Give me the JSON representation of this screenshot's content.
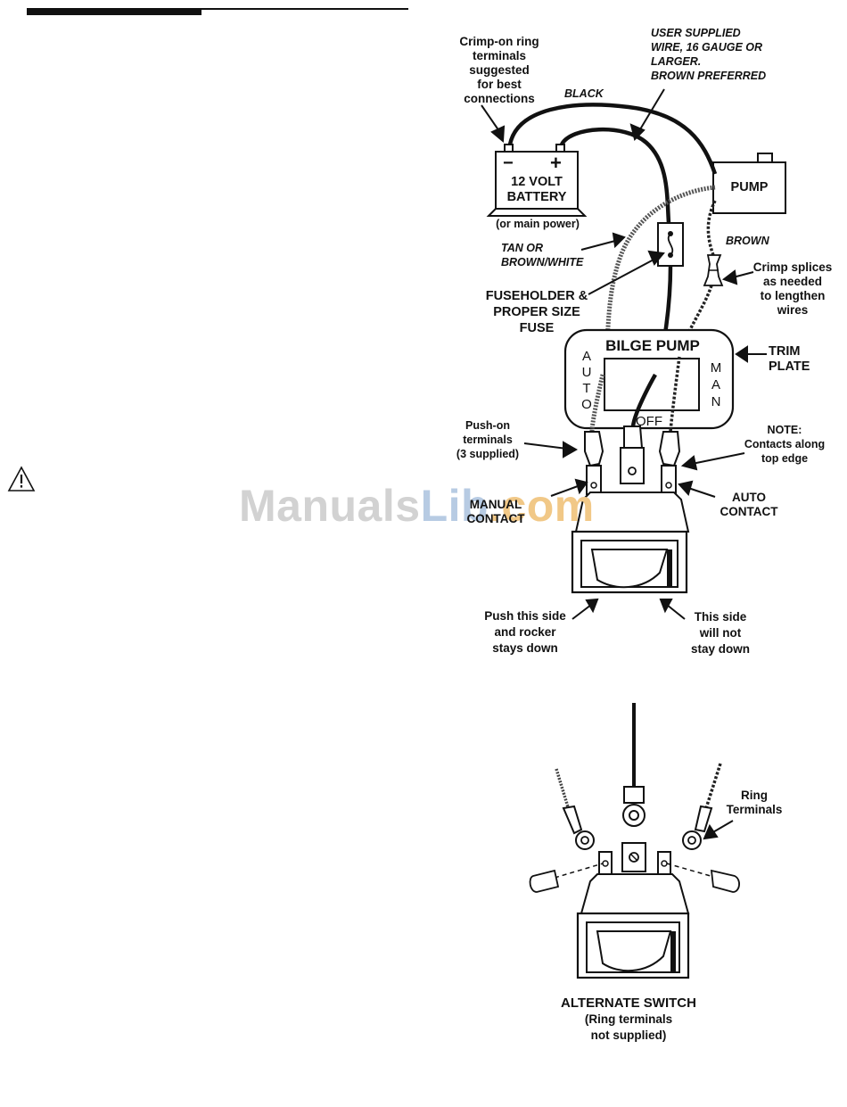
{
  "watermark": {
    "part1": "Manuals",
    "part2": "Lib",
    "part3": ".com"
  },
  "icons": {
    "warning": "warning-triangle-icon"
  },
  "labels": {
    "crimp_on_line1": "Crimp-on ring",
    "crimp_on_line2": "terminals",
    "crimp_on_line3": "suggested",
    "crimp_on_line4": "for best",
    "crimp_on_line5": "connections",
    "user_wire_line1": "USER SUPPLIED",
    "user_wire_line2": "WIRE, 16 GAUGE OR",
    "user_wire_line3": "LARGER.",
    "user_wire_line4": "BROWN PREFERRED",
    "black": "BLACK",
    "battery_minus": "−",
    "battery_plus": "+",
    "battery_line1": "12 VOLT",
    "battery_line2": "BATTERY",
    "main_power": "(or main power)",
    "pump": "PUMP",
    "brown": "BROWN",
    "tan_line1": "TAN OR",
    "tan_line2": "BROWN/WHITE",
    "crimp_splices_line1": "Crimp splices",
    "crimp_splices_line2": "as needed",
    "crimp_splices_line3": "to lengthen",
    "crimp_splices_line4": "wires",
    "fuse_line1": "FUSEHOLDER &",
    "fuse_line2": "PROPER SIZE",
    "fuse_line3": "FUSE",
    "bilge_pump": "BILGE PUMP",
    "auto_vertical": [
      "A",
      "U",
      "T",
      "O"
    ],
    "man_vertical": [
      "M",
      "A",
      "N"
    ],
    "off": "OFF",
    "trim_line1": "TRIM",
    "trim_line2": "PLATE",
    "push_on_line1": "Push-on",
    "push_on_line2": "terminals",
    "push_on_line3": "(3 supplied)",
    "note_line1": "NOTE:",
    "note_line2": "Contacts along",
    "note_line3": "top edge",
    "manual_contact_line1": "MANUAL",
    "manual_contact_line2": "CONTACT",
    "auto_contact_line1": "AUTO",
    "auto_contact_line2": "CONTACT",
    "push_side_line1": "Push this side",
    "push_side_line2": "and rocker",
    "push_side_line3": "stays down",
    "this_side_line1": "This side",
    "this_side_line2": "will not",
    "this_side_line3": "stay down",
    "ring_line1": "Ring",
    "ring_line2": "Terminals",
    "alt_line1": "ALTERNATE SWITCH",
    "alt_line2": "(Ring terminals",
    "alt_line3": "not supplied)"
  }
}
